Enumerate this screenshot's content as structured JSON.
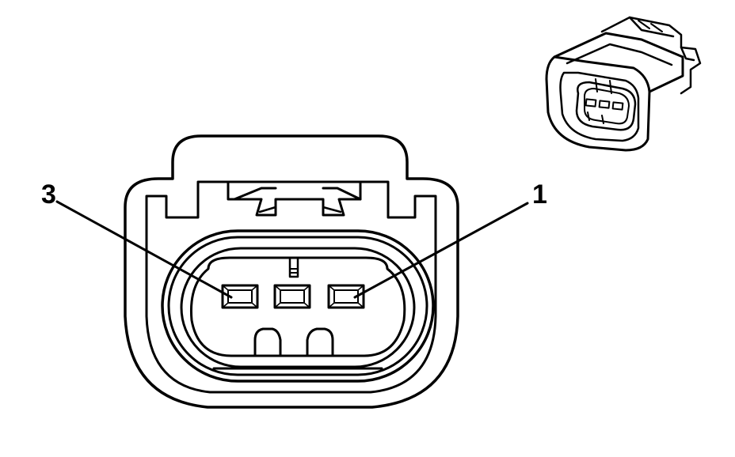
{
  "diagram": {
    "callouts": [
      {
        "id": "pin-3",
        "label": "3"
      },
      {
        "id": "pin-1",
        "label": "1"
      }
    ],
    "colors": {
      "line": "#000000",
      "background": "#ffffff"
    }
  }
}
